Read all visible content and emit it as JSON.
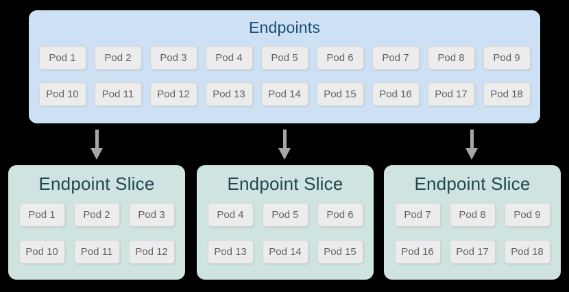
{
  "diagram": {
    "background_color": "#000000",
    "arrow_color": "#a3a7aa",
    "pod_style": {
      "fill": "#ececec",
      "border": "#d4d4d4",
      "text_color": "#5f6368"
    },
    "endpoints": {
      "title": "Endpoints",
      "box_color": "#cee1f4",
      "title_color": "#1a4c78",
      "rows": [
        [
          "Pod 1",
          "Pod 2",
          "Pod 3",
          "Pod 4",
          "Pod 5",
          "Pod 6",
          "Pod 7",
          "Pod 8",
          "Pod 9"
        ],
        [
          "Pod 10",
          "Pod 11",
          "Pod 12",
          "Pod 13",
          "Pod 14",
          "Pod 15",
          "Pod 16",
          "Pod 17",
          "Pod 18"
        ]
      ]
    },
    "slice_box_color": "#cfe3e1",
    "slice_title_color": "#20494d",
    "slices": [
      {
        "title": "Endpoint Slice",
        "rows": [
          [
            "Pod 1",
            "Pod 2",
            "Pod 3"
          ],
          [
            "Pod 10",
            "Pod 11",
            "Pod 12"
          ]
        ]
      },
      {
        "title": "Endpoint Slice",
        "rows": [
          [
            "Pod 4",
            "Pod 5",
            "Pod 6"
          ],
          [
            "Pod 13",
            "Pod 14",
            "Pod 15"
          ]
        ]
      },
      {
        "title": "Endpoint Slice",
        "rows": [
          [
            "Pod 7",
            "Pod 8",
            "Pod 9"
          ],
          [
            "Pod 16",
            "Pod 17",
            "Pod 18"
          ]
        ]
      }
    ]
  }
}
